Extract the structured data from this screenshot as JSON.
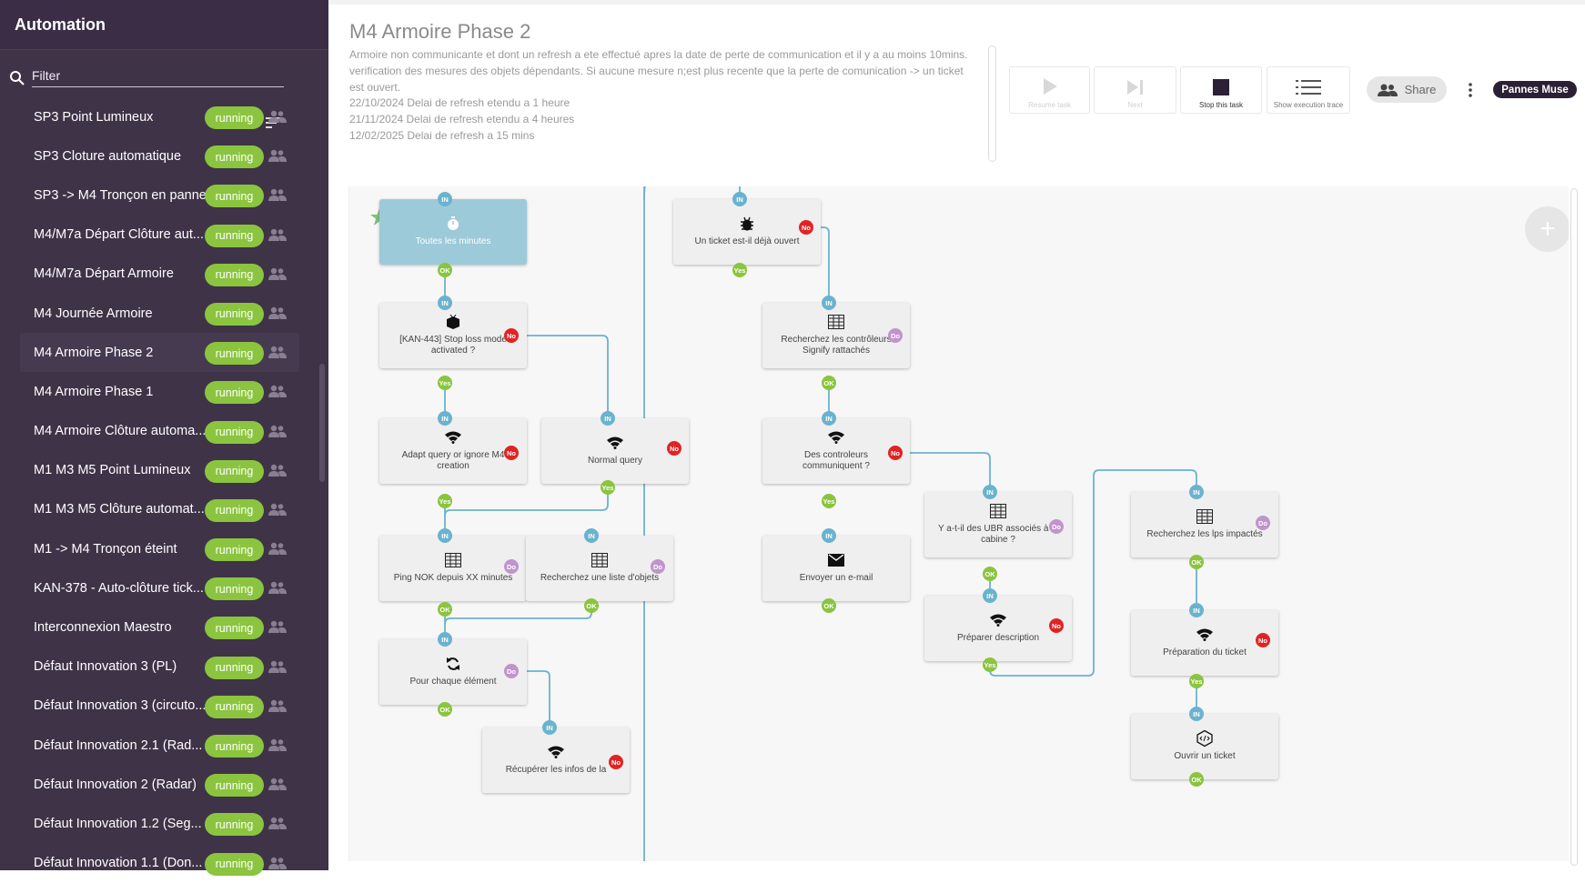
{
  "sidebar": {
    "title": "Automation",
    "filter_placeholder": "Filter",
    "items": [
      {
        "label": "SP3 Point Lumineux",
        "status": "running"
      },
      {
        "label": "SP3 Cloture automatique",
        "status": "running"
      },
      {
        "label": "SP3 -> M4 Tronçon en panne",
        "status": "running"
      },
      {
        "label": "M4/M7a Départ Clôture aut...",
        "status": "running"
      },
      {
        "label": "M4/M7a Départ Armoire",
        "status": "running"
      },
      {
        "label": "M4 Journée Armoire",
        "status": "running"
      },
      {
        "label": "M4 Armoire Phase 2",
        "status": "running",
        "active": true
      },
      {
        "label": "M4 Armoire Phase 1",
        "status": "running"
      },
      {
        "label": "M4 Armoire Clôture automa...",
        "status": "running"
      },
      {
        "label": "M1 M3 M5 Point Lumineux",
        "status": "running"
      },
      {
        "label": "M1 M3 M5 Clôture automat...",
        "status": "running"
      },
      {
        "label": "M1 -> M4 Tronçon éteint",
        "status": "running"
      },
      {
        "label": "KAN-378 - Auto-clôture tick...",
        "status": "running"
      },
      {
        "label": "Interconnexion Maestro",
        "status": "running"
      },
      {
        "label": "Défaut Innovation 3 (PL)",
        "status": "running"
      },
      {
        "label": "Défaut Innovation 3 (circuto...",
        "status": "running"
      },
      {
        "label": "Défaut Innovation 2.1 (Rad...",
        "status": "running"
      },
      {
        "label": "Défaut Innovation 2 (Radar)",
        "status": "running"
      },
      {
        "label": "Défaut Innovation 1.2 (Seg...",
        "status": "running"
      },
      {
        "label": "Défaut Innovation 1.1 (Don...",
        "status": "running"
      }
    ]
  },
  "header": {
    "title": "M4 Armoire Phase 2",
    "description": [
      "Armoire non communicante et dont un refresh a ete effectué apres la date de perte de communication et il y a au moins 10mins.",
      "verification des mesures des objets dépendants. Si aucune mesure n;est plus recente que la perte de comunication -> un ticket est ouvert.",
      "22/10/2024 Delai de refresh etendu a 1 heure",
      "21/11/2024 Delai de refresh etendu a 4 heures",
      "12/02/2025 Delai de refresh a 15 mins"
    ]
  },
  "toolbar": {
    "resume_label": "Resume task",
    "next_label": "Next",
    "stop_label": "Stop this task",
    "trace_label": "Show execution trace",
    "share_label": "Share",
    "tag_label": "Pannes Muse"
  },
  "flow": {
    "port_labels": {
      "in": "IN",
      "ok": "OK",
      "yes": "Yes",
      "no": "No",
      "do": "Do"
    },
    "nodes": {
      "trigger": "Toutes les minutes",
      "stoploss": "[KAN-443] Stop loss mode activated ?",
      "adapt": "Adapt query or ignore M4 creation",
      "normal": "Normal query",
      "ping": "Ping NOK depuis XX minutes",
      "liste": "Recherchez une liste d'objets",
      "chaque": "Pour chaque élément",
      "recup": "Récupérer les infos de la",
      "ticket_ouvert": "Un ticket est-il déjà ouvert",
      "controleurs": "Recherchez les contrôleurs Signify rattachés",
      "communiquent": "Des controleurs communiquent ?",
      "email": "Envoyer un e-mail",
      "ubr": "Y a-t-il des UBR associés à la cabine ?",
      "preparer": "Préparer description",
      "lps": "Recherchez les lps impactés",
      "prep_ticket": "Préparation du ticket",
      "ouvrir": "Ouvrir un ticket"
    }
  },
  "colors": {
    "sidebar_bg": "#3f3348",
    "running_badge": "#8bc43f",
    "port_in": "#6ab3cf",
    "port_ok": "#8bc43f",
    "port_no": "#e02424",
    "port_do": "#c094cc",
    "trigger_node": "#9ccad9",
    "wire": "#6ab3cf"
  }
}
